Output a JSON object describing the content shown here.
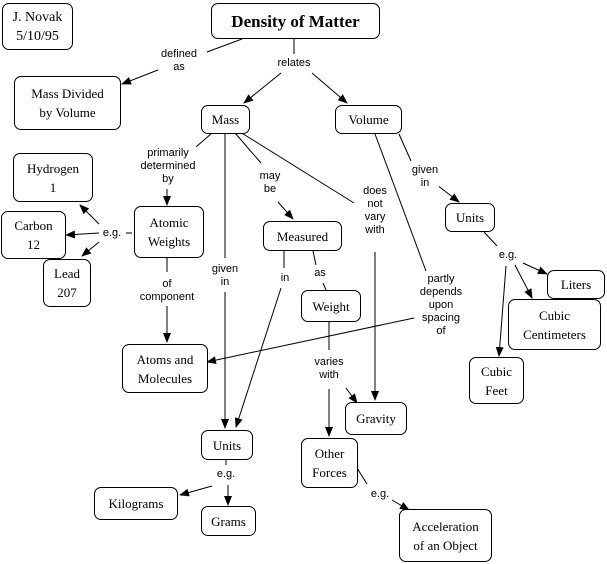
{
  "nodes": {
    "author": "J. Novak\n5/10/95",
    "density_of_matter": "Density of Matter",
    "mass_divided_by_volume": "Mass Divided\nby Volume",
    "mass": "Mass",
    "volume": "Volume",
    "hydrogen": "Hydrogen\n1",
    "carbon": "Carbon\n12",
    "lead": "Lead\n207",
    "atomic_weights": "Atomic\nWeights",
    "measured": "Measured",
    "weight": "Weight",
    "units_volume": "Units",
    "liters": "Liters",
    "cubic_centimeters": "Cubic\nCentimeters",
    "cubic_feet": "Cubic\nFeet",
    "atoms_and_molecules": "Atoms and\nMolecules",
    "units_mass": "Units",
    "gravity": "Gravity",
    "other_forces": "Other\nForces",
    "kilograms": "Kilograms",
    "grams": "Grams",
    "acceleration_of_an_object": "Acceleration\nof an Object"
  },
  "links": {
    "defined_as": "defined\nas",
    "relates": "relates",
    "primarily_determined_by": "primarily\ndetermined\nby",
    "may_be": "may\nbe",
    "does_not_vary_with": "does\nnot\nvary\nwith",
    "given_in_volume": "given\nin",
    "eg_atomic": "e.g.",
    "of_component": "of\ncomponent",
    "given_in_mass": "given\nin",
    "in": "in",
    "as": "as",
    "eg_units_volume": "e.g.",
    "partly_depends_upon_spacing_of": "partly\ndepends\nupon\nspacing\nof",
    "varies_with": "varies\nwith",
    "eg_units_mass": "e.g.",
    "eg_other_forces": "e.g."
  }
}
